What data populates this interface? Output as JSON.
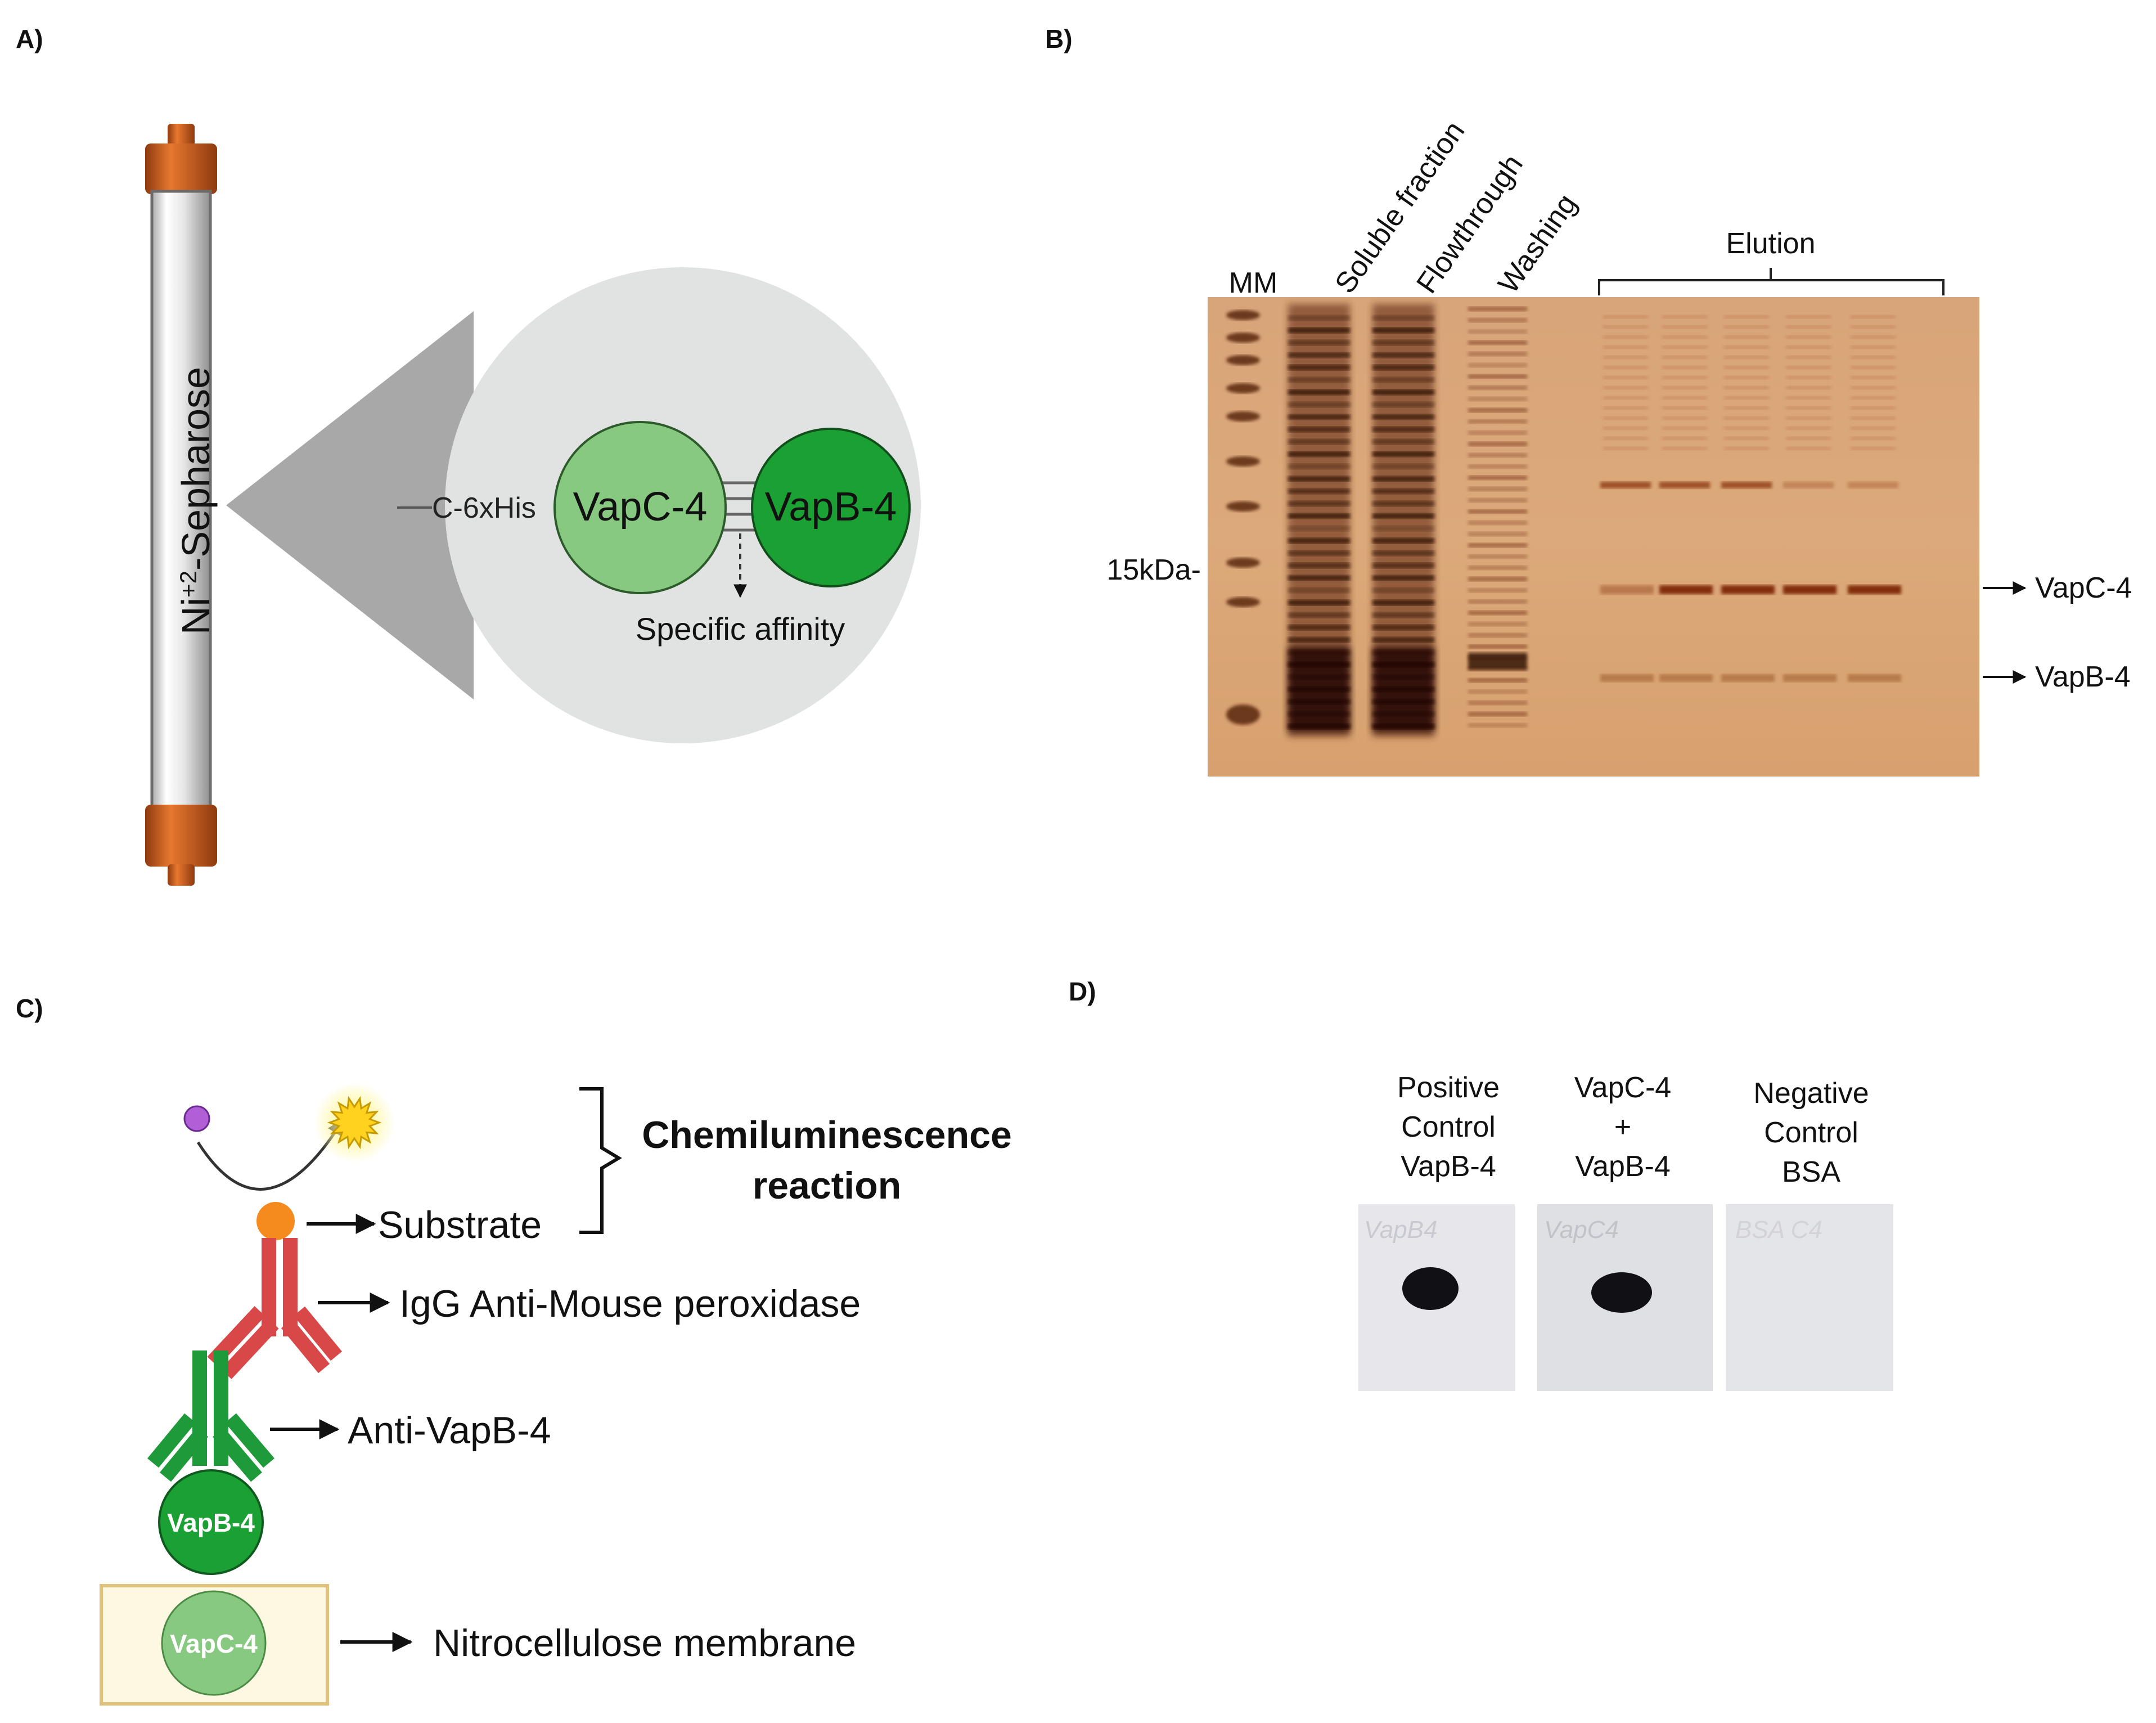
{
  "panels": {
    "a": {
      "label": "A)",
      "column_label": "Ni",
      "column_sup": "+2",
      "column_label_rest": "-Sepharose",
      "tag_label": "C-6xHis",
      "protein_c": "VapC-4",
      "protein_b": "VapB-4",
      "affinity_label": "Specific affinity"
    },
    "b": {
      "label": "B)",
      "lanes": [
        "MM",
        "Soluble fraction",
        "Flowthrough",
        "Washing"
      ],
      "elution_label": "Elution",
      "marker_label": "15kDa-",
      "band_c": "VapC-4",
      "band_b": "VapB-4"
    },
    "c": {
      "label": "C)",
      "substrate": "Substrate",
      "secondary": "IgG Anti-Mouse peroxidase",
      "primary": "Anti-VapB-4",
      "membrane": "Nitrocellulose membrane",
      "reaction_line1": "Chemiluminescence",
      "reaction_line2": "reaction",
      "circle_b": "VapB-4",
      "circle_c": "VapC-4"
    },
    "d": {
      "label": "D)",
      "columns": [
        {
          "lines": [
            "Positive",
            "Control",
            "VapB-4"
          ],
          "has_spot": true,
          "handwriting": "VapB4"
        },
        {
          "lines": [
            "VapC-4",
            "+",
            "VapB-4"
          ],
          "has_spot": true,
          "handwriting": "VapC4"
        },
        {
          "lines": [
            "Negative",
            "Control",
            "BSA"
          ],
          "has_spot": false,
          "handwriting": "BSA C4"
        }
      ]
    }
  },
  "colors": {
    "column_cap": "#d9611c",
    "protein_c": "#88c981",
    "protein_b": "#1ba034",
    "antibody_secondary": "#d94848",
    "antibody_primary": "#1f9a3a",
    "substrate_dot": "#f58a1f",
    "product_dot": "#b05fd6",
    "membrane_fill": "#fdf8e2",
    "membrane_border": "#e0c27a",
    "gel_bg": "#d9a576"
  }
}
